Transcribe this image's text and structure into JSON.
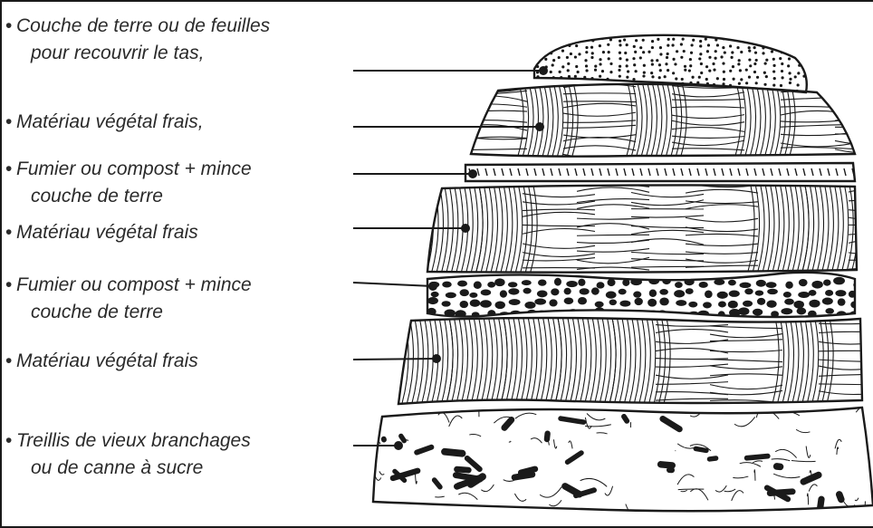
{
  "colors": {
    "ink": "#1a1a1a",
    "label_text": "#2a2a2a",
    "background": "#ffffff"
  },
  "layers": [
    {
      "id": "cover",
      "bullet": "•",
      "lines": [
        "Couche de terre ou de feuilles",
        "pour recouvrir le tas,"
      ]
    },
    {
      "id": "plant-1",
      "bullet": "•",
      "lines": [
        "Matériau végétal frais,"
      ]
    },
    {
      "id": "manure-1",
      "bullet": "•",
      "lines": [
        "Fumier ou compost + mince",
        "couche de terre"
      ]
    },
    {
      "id": "plant-2",
      "bullet": "•",
      "lines": [
        "Matériau végétal frais"
      ]
    },
    {
      "id": "manure-2",
      "bullet": "•",
      "lines": [
        "Fumier ou compost + mince",
        "couche de terre"
      ]
    },
    {
      "id": "plant-3",
      "bullet": "•",
      "lines": [
        "Matériau végétal frais"
      ]
    },
    {
      "id": "branches",
      "bullet": "•",
      "lines": [
        "Treillis de vieux branchages",
        "ou de canne à sucre"
      ]
    }
  ]
}
